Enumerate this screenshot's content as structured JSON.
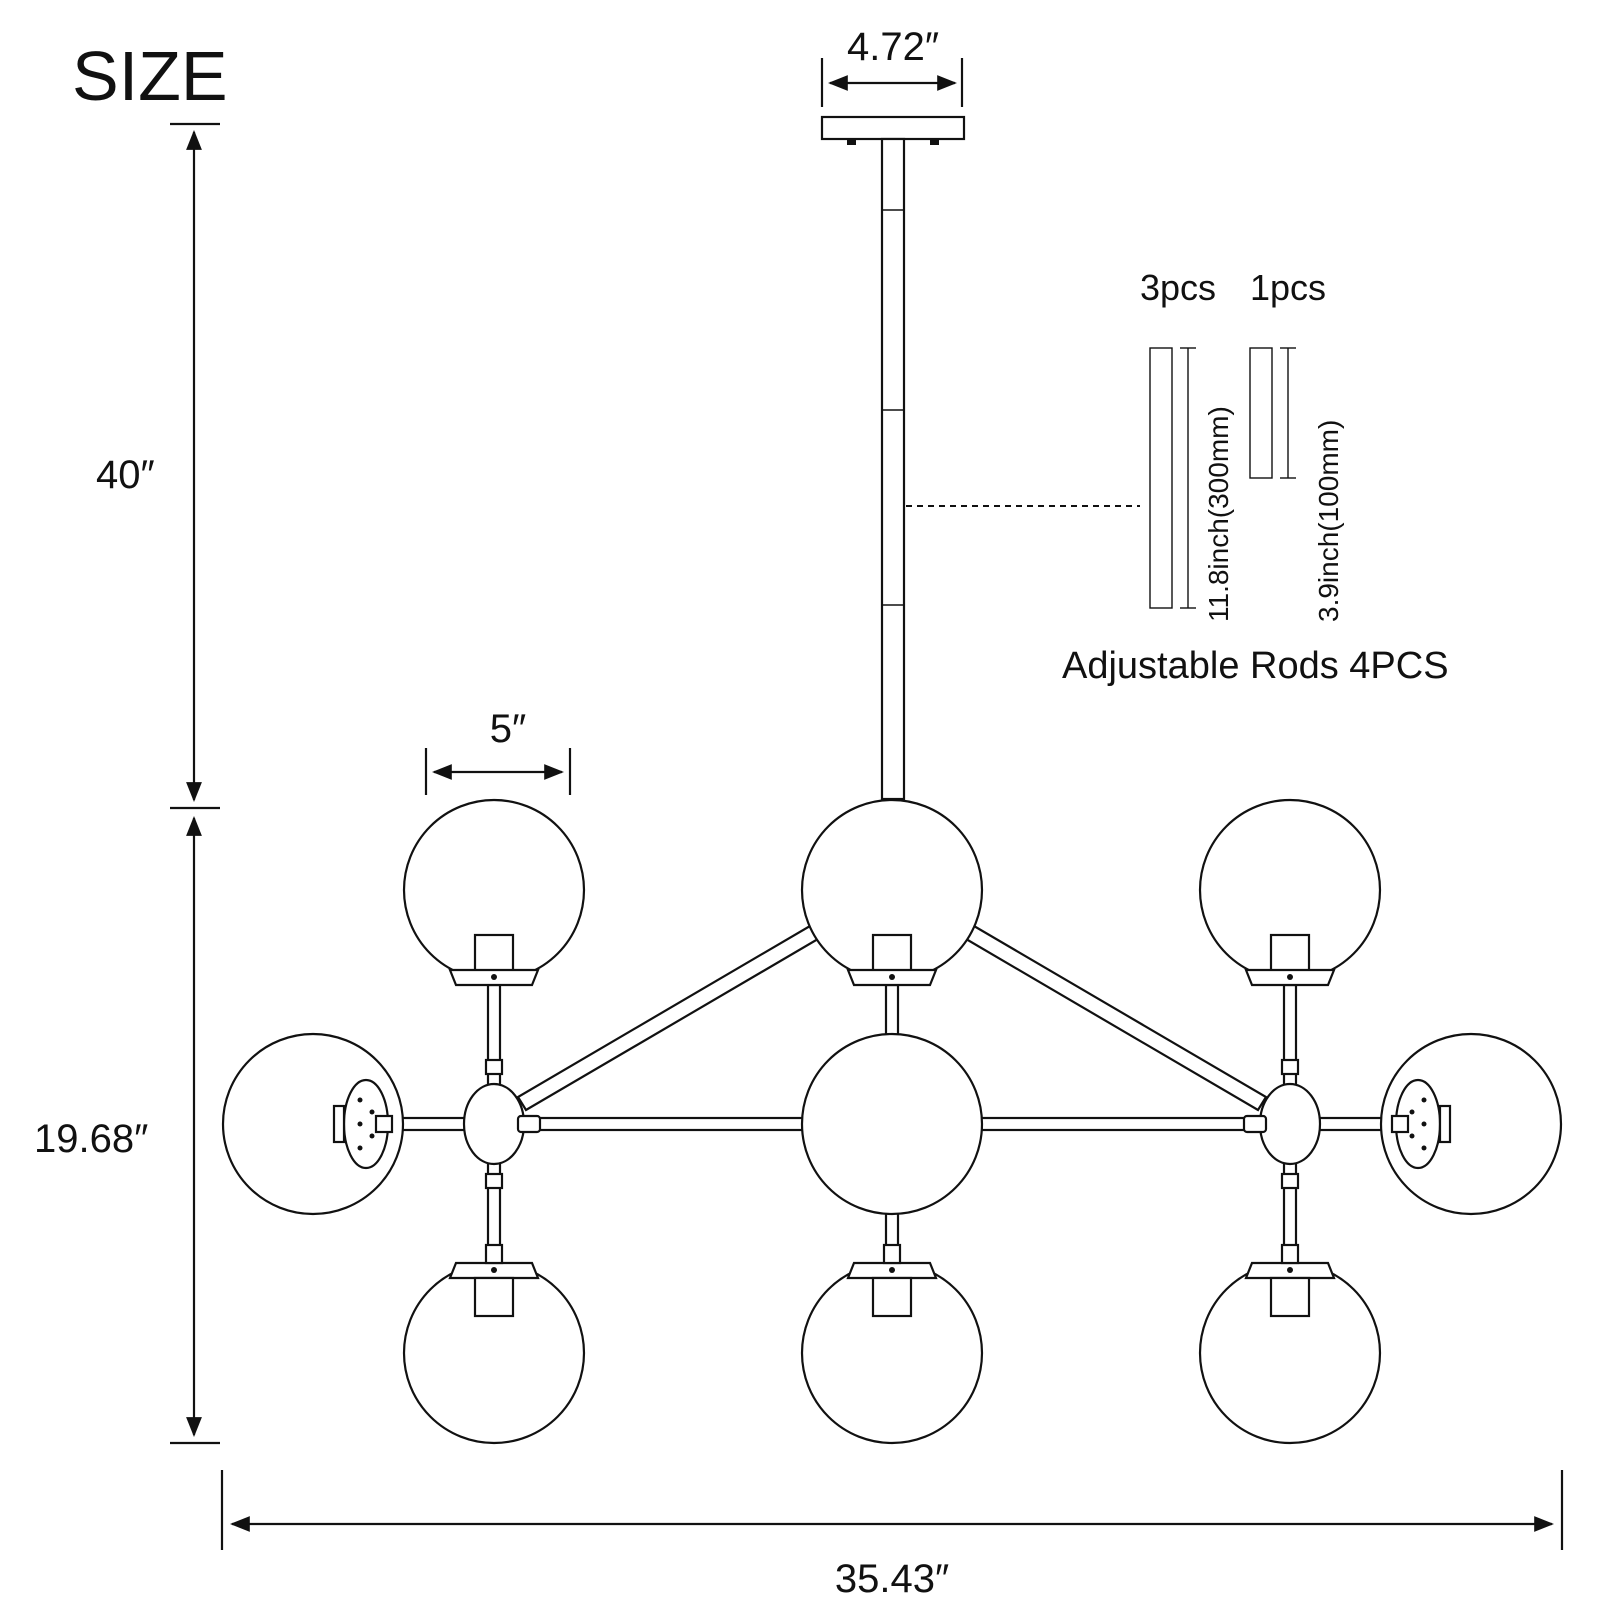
{
  "title": "SIZE",
  "dimensions": {
    "canopy_width": "4.72″",
    "height_drop": "40″",
    "height_body": "19.68″",
    "globe_diameter": "5″",
    "total_width": "35.43″"
  },
  "rods": {
    "qty_long": "3pcs",
    "qty_short": "1pcs",
    "long_length": "11.8inch(300mm)",
    "short_length": "3.9inch(100mm)",
    "caption": "Adjustable Rods 4PCS"
  },
  "colors": {
    "line": "#111111",
    "background": "#ffffff"
  }
}
